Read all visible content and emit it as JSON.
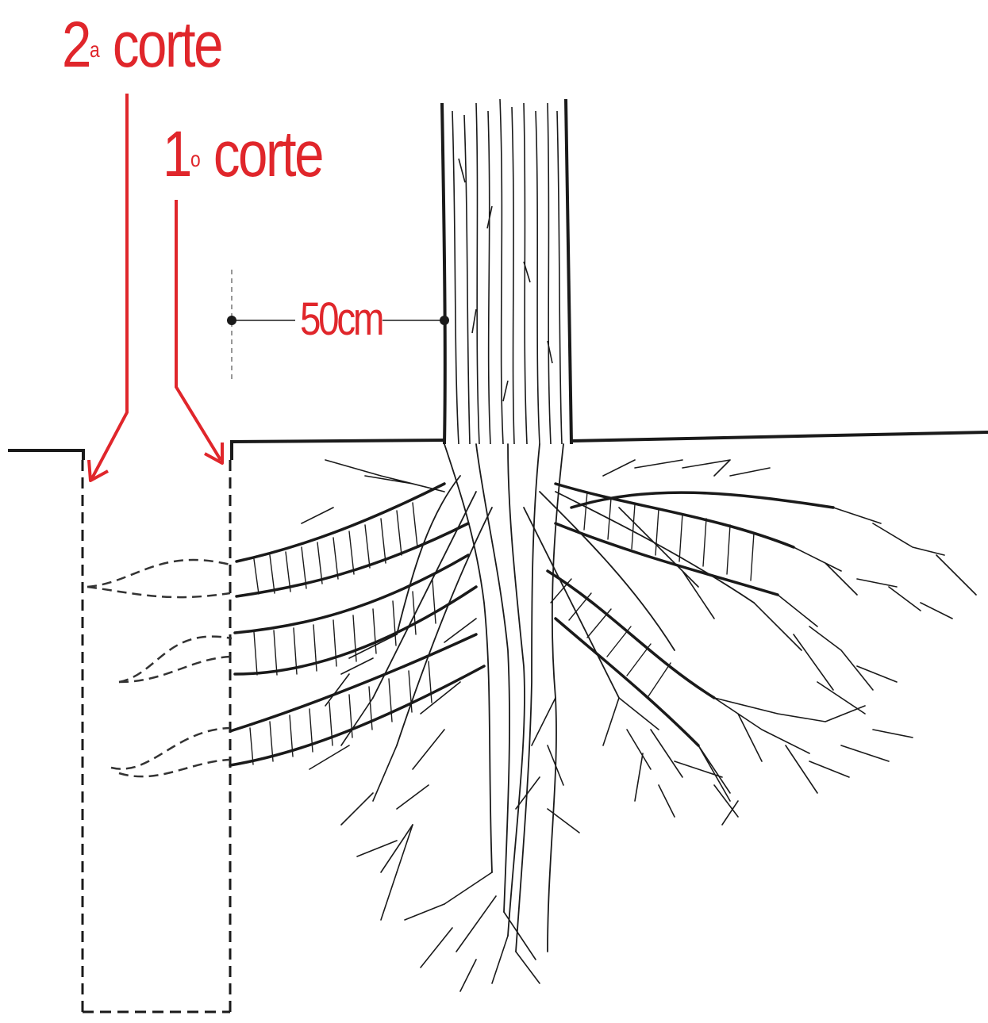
{
  "labels": {
    "cut_2_number": "2",
    "cut_2_mark": "a",
    "cut_2_word": "corte",
    "cut_1_number": "1",
    "cut_1_mark": "o",
    "cut_1_word": "corte",
    "distance": "50cm"
  },
  "colors": {
    "annotation": "#e0262b",
    "ink": "#1a1a1a",
    "dim_line": "#555555"
  },
  "icons": {
    "cut_arrow": "arrow-down-icon",
    "dimension_marker": "dot-marker-icon"
  }
}
